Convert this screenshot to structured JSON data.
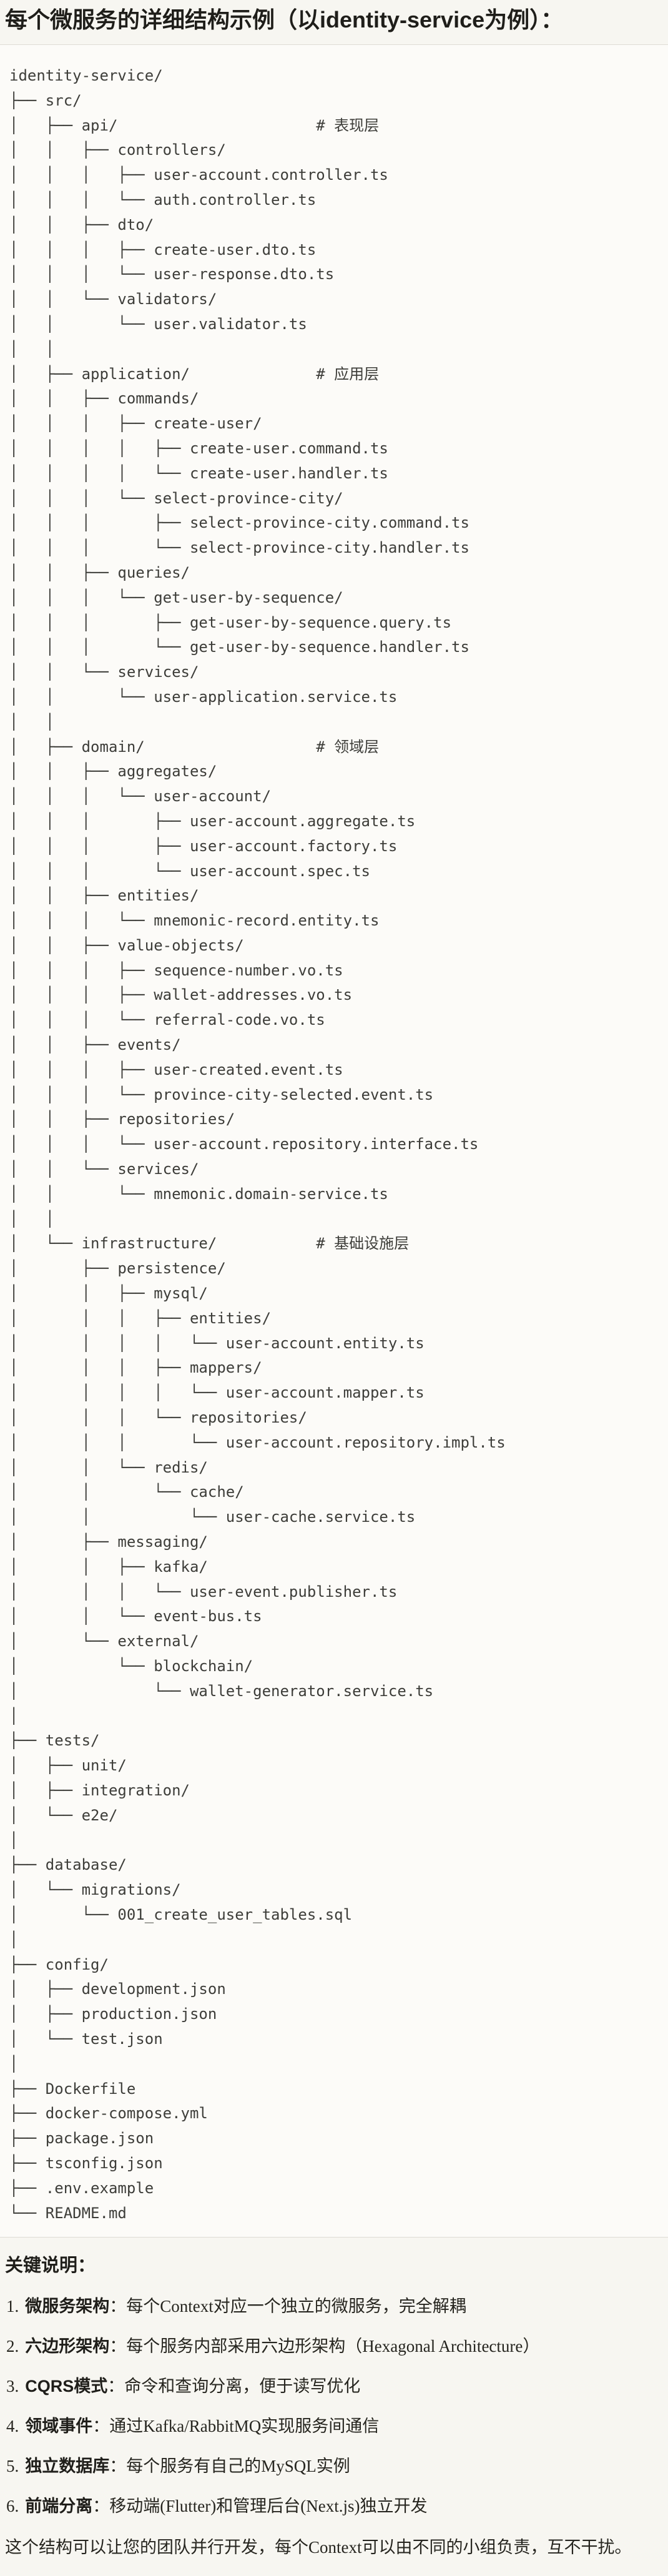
{
  "title": "每个微服务的详细结构示例（以identity-service为例）：",
  "theme": {
    "page_bg": "#f7f6f1",
    "code_bg": "#fcfbf8",
    "border": "#dedcd5",
    "heading_text": "#1f1e1a",
    "code_text": "#3d3d39",
    "body_text": "#26251f"
  },
  "file_tree": {
    "lines": [
      "identity-service/",
      "├── src/",
      "│   ├── api/                      # 表现层",
      "│   │   ├── controllers/",
      "│   │   │   ├── user-account.controller.ts",
      "│   │   │   └── auth.controller.ts",
      "│   │   ├── dto/",
      "│   │   │   ├── create-user.dto.ts",
      "│   │   │   └── user-response.dto.ts",
      "│   │   └── validators/",
      "│   │       └── user.validator.ts",
      "│   │",
      "│   ├── application/              # 应用层",
      "│   │   ├── commands/",
      "│   │   │   ├── create-user/",
      "│   │   │   │   ├── create-user.command.ts",
      "│   │   │   │   └── create-user.handler.ts",
      "│   │   │   └── select-province-city/",
      "│   │   │       ├── select-province-city.command.ts",
      "│   │   │       └── select-province-city.handler.ts",
      "│   │   ├── queries/",
      "│   │   │   └── get-user-by-sequence/",
      "│   │   │       ├── get-user-by-sequence.query.ts",
      "│   │   │       └── get-user-by-sequence.handler.ts",
      "│   │   └── services/",
      "│   │       └── user-application.service.ts",
      "│   │",
      "│   ├── domain/                   # 领域层",
      "│   │   ├── aggregates/",
      "│   │   │   └── user-account/",
      "│   │   │       ├── user-account.aggregate.ts",
      "│   │   │       ├── user-account.factory.ts",
      "│   │   │       └── user-account.spec.ts",
      "│   │   ├── entities/",
      "│   │   │   └── mnemonic-record.entity.ts",
      "│   │   ├── value-objects/",
      "│   │   │   ├── sequence-number.vo.ts",
      "│   │   │   ├── wallet-addresses.vo.ts",
      "│   │   │   └── referral-code.vo.ts",
      "│   │   ├── events/",
      "│   │   │   ├── user-created.event.ts",
      "│   │   │   └── province-city-selected.event.ts",
      "│   │   ├── repositories/",
      "│   │   │   └── user-account.repository.interface.ts",
      "│   │   └── services/",
      "│   │       └── mnemonic.domain-service.ts",
      "│   │",
      "│   └── infrastructure/           # 基础设施层",
      "│       ├── persistence/",
      "│       │   ├── mysql/",
      "│       │   │   ├── entities/",
      "│       │   │   │   └── user-account.entity.ts",
      "│       │   │   ├── mappers/",
      "│       │   │   │   └── user-account.mapper.ts",
      "│       │   │   └── repositories/",
      "│       │   │       └── user-account.repository.impl.ts",
      "│       │   └── redis/",
      "│       │       └── cache/",
      "│       │           └── user-cache.service.ts",
      "│       ├── messaging/",
      "│       │   ├── kafka/",
      "│       │   │   └── user-event.publisher.ts",
      "│       │   └── event-bus.ts",
      "│       └── external/",
      "│           └── blockchain/",
      "│               └── wallet-generator.service.ts",
      "│",
      "├── tests/",
      "│   ├── unit/",
      "│   ├── integration/",
      "│   └── e2e/",
      "│",
      "├── database/",
      "│   └── migrations/",
      "│       └── 001_create_user_tables.sql",
      "│",
      "├── config/",
      "│   ├── development.json",
      "│   ├── production.json",
      "│   └── test.json",
      "│",
      "├── Dockerfile",
      "├── docker-compose.yml",
      "├── package.json",
      "├── tsconfig.json",
      "├── .env.example",
      "└── README.md"
    ]
  },
  "notes": {
    "title": "关键说明：",
    "items": [
      {
        "num": "1.",
        "term": "微服务架构",
        "text": "：每个Context对应一个独立的微服务，完全解耦"
      },
      {
        "num": "2.",
        "term": "六边形架构",
        "text": "：每个服务内部采用六边形架构（Hexagonal Architecture）"
      },
      {
        "num": "3.",
        "term": "CQRS模式",
        "text": "：命令和查询分离，便于读写优化"
      },
      {
        "num": "4.",
        "term": "领域事件",
        "text": "：通过Kafka/RabbitMQ实现服务间通信"
      },
      {
        "num": "5.",
        "term": "独立数据库",
        "text": "：每个服务有自己的MySQL实例"
      },
      {
        "num": "6.",
        "term": "前端分离",
        "text": "：移动端(Flutter)和管理后台(Next.js)独立开发"
      }
    ]
  },
  "closing": "这个结构可以让您的团队并行开发，每个Context可以由不同的小组负责，互不干扰。"
}
